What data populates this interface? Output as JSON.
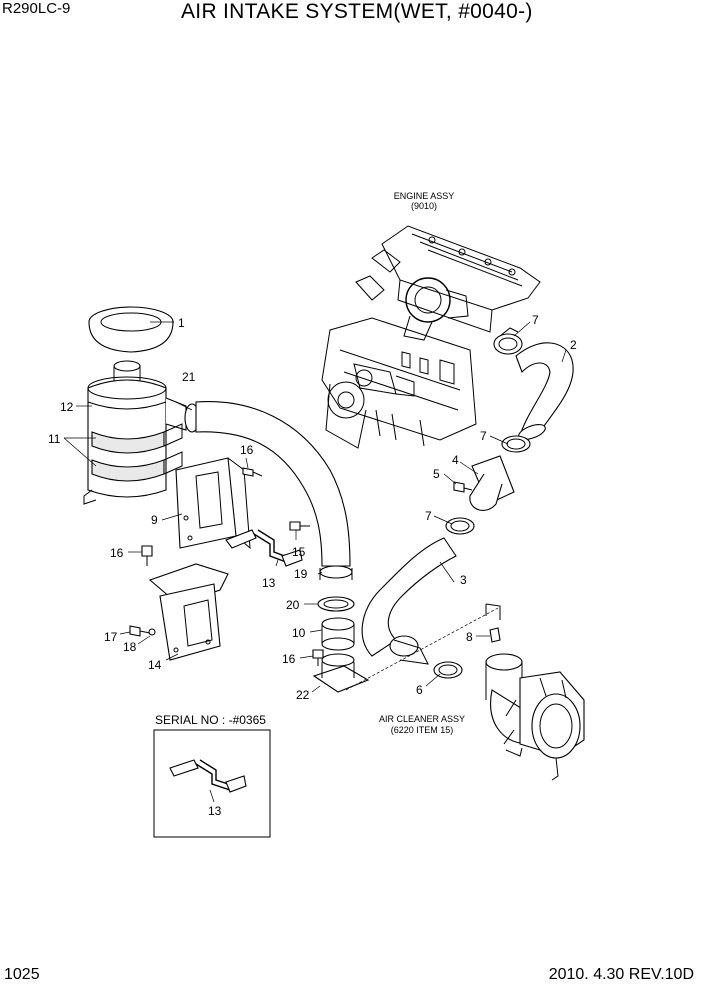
{
  "header": {
    "model": "R290LC-9",
    "title": "AIR INTAKE SYSTEM(WET, #0040-)"
  },
  "footer": {
    "page_number": "1025",
    "revision": "2010. 4.30  REV.10D"
  },
  "notes": {
    "engine_assy": "ENGINE ASSY",
    "engine_ref": "(9010)",
    "air_cleaner_assy": "AIR CLEANER ASSY",
    "air_cleaner_ref": "(6220 ITEM 15)",
    "serial_label": "SERIAL NO : -#0365"
  },
  "callouts": {
    "c1": "1",
    "c2": "2",
    "c3": "3",
    "c4": "4",
    "c5": "5",
    "c6": "6",
    "c7a": "7",
    "c7b": "7",
    "c7c": "7",
    "c8": "8",
    "c9": "9",
    "c10": "10",
    "c11": "11",
    "c12": "12",
    "c13a": "13",
    "c13b": "13",
    "c14": "14",
    "c15": "15",
    "c16a": "16",
    "c16b": "16",
    "c16c": "16",
    "c17": "17",
    "c18": "18",
    "c19": "19",
    "c20": "20",
    "c21": "21",
    "c22": "22"
  }
}
